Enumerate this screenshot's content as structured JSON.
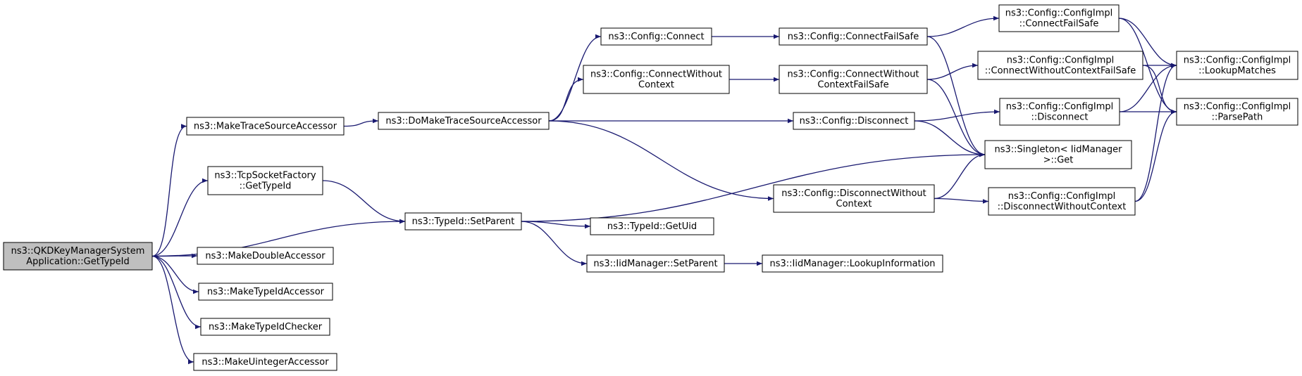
{
  "colors": {
    "edge": "#191970",
    "root_fill": "#bfbfbf",
    "node_fill": "#ffffff",
    "node_border": "#000000"
  },
  "nodes": [
    {
      "id": "root",
      "lines": [
        "ns3::QKDKeyManagerSystem",
        "Application::GetTypeId"
      ],
      "root": true
    },
    {
      "id": "mtsa",
      "lines": [
        "ns3::MakeTraceSourceAccessor"
      ]
    },
    {
      "id": "tcpsf",
      "lines": [
        "ns3::TcpSocketFactory",
        "::GetTypeId"
      ]
    },
    {
      "id": "tsp",
      "lines": [
        "ns3::TypeId::SetParent"
      ]
    },
    {
      "id": "mda",
      "lines": [
        "ns3::MakeDoubleAccessor"
      ]
    },
    {
      "id": "mtia",
      "lines": [
        "ns3::MakeTypeIdAccessor"
      ]
    },
    {
      "id": "mtic",
      "lines": [
        "ns3::MakeTypeIdChecker"
      ]
    },
    {
      "id": "mua",
      "lines": [
        "ns3::MakeUintegerAccessor"
      ]
    },
    {
      "id": "dmtsa",
      "lines": [
        "ns3::DoMakeTraceSourceAccessor"
      ]
    },
    {
      "id": "gu",
      "lines": [
        "ns3::TypeId::GetUid"
      ]
    },
    {
      "id": "imsp",
      "lines": [
        "ns3::IidManager::SetParent"
      ]
    },
    {
      "id": "imli",
      "lines": [
        "ns3::IidManager::LookupInformation"
      ]
    },
    {
      "id": "cc",
      "lines": [
        "ns3::Config::Connect"
      ]
    },
    {
      "id": "ccwc",
      "lines": [
        "ns3::Config::ConnectWithout",
        "Context"
      ]
    },
    {
      "id": "cd",
      "lines": [
        "ns3::Config::Disconnect"
      ]
    },
    {
      "id": "cdwc",
      "lines": [
        "ns3::Config::DisconnectWithout",
        "Context"
      ]
    },
    {
      "id": "ccfs",
      "lines": [
        "ns3::Config::ConnectFailSafe"
      ]
    },
    {
      "id": "ccwcfs",
      "lines": [
        "ns3::Config::ConnectWithout",
        "ContextFailSafe"
      ]
    },
    {
      "id": "sg",
      "lines": [
        "ns3::Singleton< IidManager",
        ">::Get"
      ]
    },
    {
      "id": "cicfs",
      "lines": [
        "ns3::Config::ConfigImpl",
        "::ConnectFailSafe"
      ]
    },
    {
      "id": "ciccw",
      "lines": [
        "ns3::Config::ConfigImpl",
        "::ConnectWithoutContextFailSafe"
      ]
    },
    {
      "id": "cid",
      "lines": [
        "ns3::Config::ConfigImpl",
        "::Disconnect"
      ]
    },
    {
      "id": "cidwc",
      "lines": [
        "ns3::Config::ConfigImpl",
        "::DisconnectWithoutContext"
      ]
    },
    {
      "id": "cilm",
      "lines": [
        "ns3::Config::ConfigImpl",
        "::LookupMatches"
      ]
    },
    {
      "id": "cipp",
      "lines": [
        "ns3::Config::ConfigImpl",
        "::ParsePath"
      ]
    }
  ],
  "edges": [
    [
      "root",
      "mtsa"
    ],
    [
      "root",
      "tcpsf"
    ],
    [
      "root",
      "tsp"
    ],
    [
      "root",
      "mda"
    ],
    [
      "root",
      "mtia"
    ],
    [
      "root",
      "mtic"
    ],
    [
      "root",
      "mua"
    ],
    [
      "mtsa",
      "dmtsa"
    ],
    [
      "tcpsf",
      "tsp"
    ],
    [
      "tsp",
      "gu"
    ],
    [
      "tsp",
      "imsp"
    ],
    [
      "tsp",
      "sg"
    ],
    [
      "imsp",
      "imli"
    ],
    [
      "dmtsa",
      "cc"
    ],
    [
      "dmtsa",
      "ccwc"
    ],
    [
      "dmtsa",
      "cd"
    ],
    [
      "dmtsa",
      "cdwc"
    ],
    [
      "cc",
      "ccfs"
    ],
    [
      "ccwc",
      "ccwcfs"
    ],
    [
      "cd",
      "cid"
    ],
    [
      "cd",
      "sg"
    ],
    [
      "cdwc",
      "cidwc"
    ],
    [
      "cdwc",
      "sg"
    ],
    [
      "ccfs",
      "cicfs"
    ],
    [
      "ccfs",
      "sg"
    ],
    [
      "ccwcfs",
      "ciccw"
    ],
    [
      "ccwcfs",
      "sg"
    ],
    [
      "cicfs",
      "cilm"
    ],
    [
      "cicfs",
      "cipp"
    ],
    [
      "ciccw",
      "cilm"
    ],
    [
      "ciccw",
      "cipp"
    ],
    [
      "cid",
      "cilm"
    ],
    [
      "cid",
      "cipp"
    ],
    [
      "cidwc",
      "cilm"
    ],
    [
      "cidwc",
      "cipp"
    ]
  ]
}
